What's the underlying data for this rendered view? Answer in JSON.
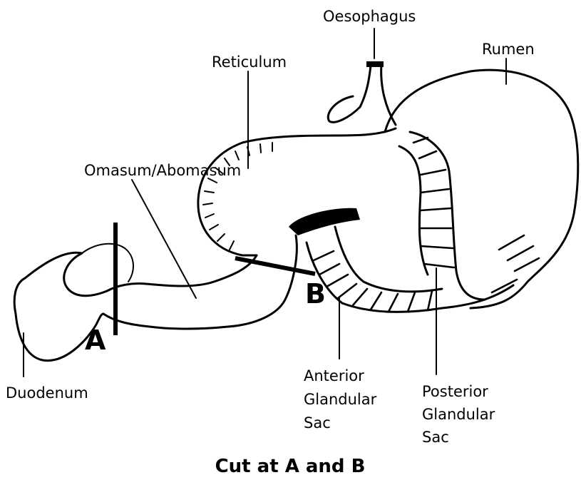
{
  "labels": {
    "oesophagus": "Oesophagus",
    "rumen": "Rumen",
    "reticulum": "Reticulum",
    "omasum_abomasum": "Omasum/Abomasum",
    "duodenum": "Duodenum",
    "anterior_sac": [
      "Anterior",
      "Glandular",
      "Sac"
    ],
    "posterior_sac": [
      "Posterior",
      "Glandular",
      "Sac"
    ]
  },
  "cut_markers": {
    "a": "A",
    "b": "B"
  },
  "caption": "Cut at A and B"
}
